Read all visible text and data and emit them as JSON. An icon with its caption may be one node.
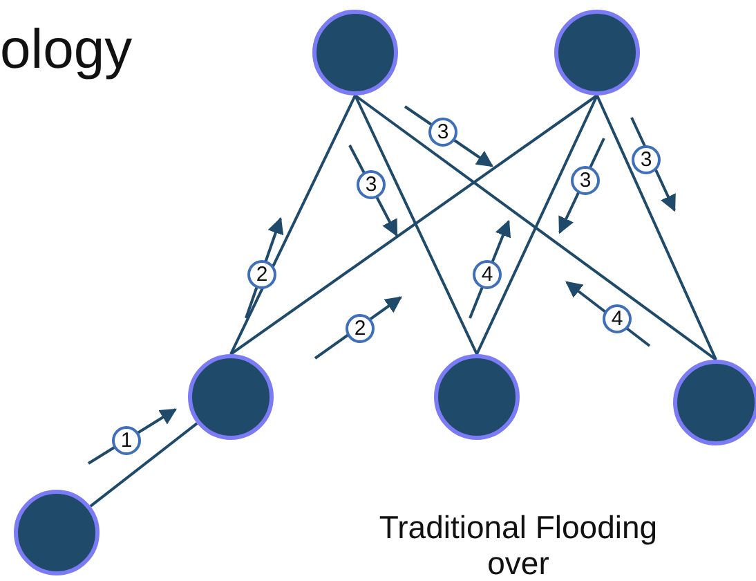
{
  "diagram": {
    "nodes": [
      {
        "text": [],
        "shape": "circle"
      },
      {
        "text": [],
        "shape": "circle"
      },
      {
        "text": [],
        "shape": "circle"
      },
      {
        "text": [],
        "shape": "circle"
      },
      {
        "text": [],
        "shape": "circle"
      },
      {
        "text": [],
        "shape": "circle"
      }
    ],
    "edges": [
      {
        "from": 0,
        "to": 1,
        "arrow": "none"
      },
      {
        "from": 1,
        "to": 2,
        "arrow": "none"
      },
      {
        "from": 1,
        "to": 3,
        "arrow": "none"
      },
      {
        "from": 2,
        "to": 4,
        "arrow": "none"
      },
      {
        "from": 2,
        "to": 5,
        "arrow": "none"
      },
      {
        "from": 3,
        "to": 4,
        "arrow": "none"
      },
      {
        "from": 3,
        "to": 5,
        "arrow": "none"
      }
    ],
    "labels": [
      "ology",
      "3",
      "3",
      "3",
      "3",
      "2",
      "4",
      "4",
      "2",
      "1",
      "Traditional Flooding",
      "over"
    ]
  }
}
